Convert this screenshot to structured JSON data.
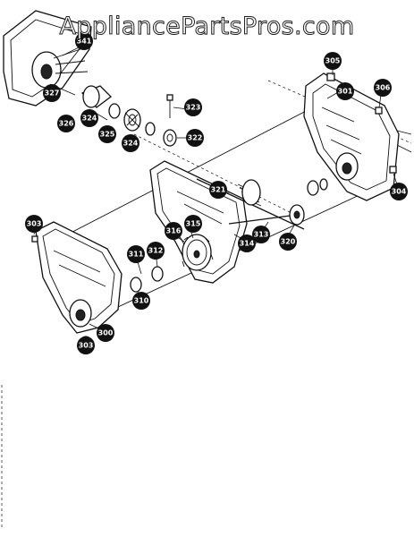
{
  "watermark": "AppliancePartsPros.com",
  "callouts": [
    {
      "id": "300",
      "label": "300"
    },
    {
      "id": "301",
      "label": "301"
    },
    {
      "id": "303a",
      "label": "303"
    },
    {
      "id": "303b",
      "label": "303"
    },
    {
      "id": "304",
      "label": "304"
    },
    {
      "id": "305",
      "label": "305"
    },
    {
      "id": "306",
      "label": "306"
    },
    {
      "id": "310",
      "label": "310"
    },
    {
      "id": "311",
      "label": "311"
    },
    {
      "id": "312",
      "label": "312"
    },
    {
      "id": "313",
      "label": "313"
    },
    {
      "id": "314",
      "label": "314"
    },
    {
      "id": "315",
      "label": "315"
    },
    {
      "id": "316",
      "label": "316"
    },
    {
      "id": "320",
      "label": "320"
    },
    {
      "id": "321",
      "label": "321"
    },
    {
      "id": "322",
      "label": "322"
    },
    {
      "id": "323",
      "label": "323"
    },
    {
      "id": "324a",
      "label": "324"
    },
    {
      "id": "324b",
      "label": "324"
    },
    {
      "id": "325",
      "label": "325"
    },
    {
      "id": "326",
      "label": "326"
    },
    {
      "id": "327",
      "label": "327"
    },
    {
      "id": "341",
      "label": "341"
    }
  ]
}
